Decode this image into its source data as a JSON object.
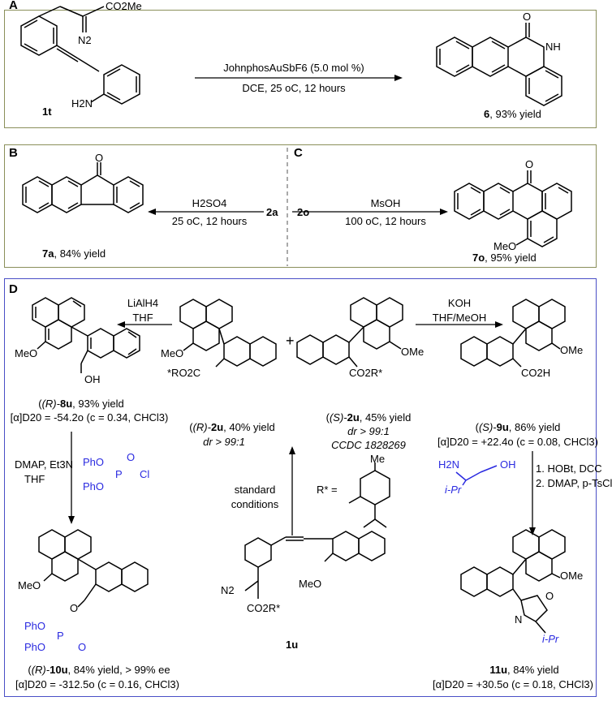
{
  "panels": {
    "A": {
      "label": "A",
      "reactant_id": "1t",
      "reactant_atoms": {
        "ester": "CO2Me",
        "n2": "N2",
        "amine": "H2N"
      },
      "conditions_top": "JohnphosAuSbF6 (5.0 mol %)",
      "conditions_bottom": "DCE, 25 oC, 12 hours",
      "product_id": "6",
      "product_yield": ", 93% yield",
      "product_atoms": {
        "o": "O",
        "nh": "NH"
      }
    },
    "B": {
      "label": "B",
      "reactant_id": "2a",
      "conditions_top": "H2SO4",
      "conditions_bottom": "25 oC, 12 hours",
      "product_id": "7a",
      "product_yield": ", 84% yield",
      "product_atoms": {
        "o": "O"
      }
    },
    "C": {
      "label": "C",
      "reactant_id": "2o",
      "conditions_top": "MsOH",
      "conditions_bottom": "100 oC, 12 hours",
      "product_id": "7o",
      "product_yield": ", 95% yield",
      "product_atoms": {
        "o": "O",
        "ome": "MeO"
      }
    },
    "D": {
      "label": "D",
      "plus": "+",
      "r8u": {
        "prefix": "(R)-",
        "id": "8u",
        "yield": ", 93% yield",
        "rotation": "[α]D20 = -54.2o (c = 0.34, CHCl3)",
        "atoms": {
          "ome": "MeO",
          "oh": "OH"
        }
      },
      "r2u": {
        "prefix": "(R)-",
        "id": "2u",
        "yield": ", 40% yield",
        "dr": "dr > 99:1",
        "atoms": {
          "ome": "MeO",
          "ester": "*RO2C"
        }
      },
      "s2u": {
        "prefix": "(S)-",
        "id": "2u",
        "yield": ", 45% yield",
        "dr": "dr > 99:1",
        "ccdc": "CCDC 1828269",
        "atoms": {
          "ome": "OMe",
          "ester": "CO2R*"
        }
      },
      "s9u": {
        "prefix": "(S)-",
        "id": "9u",
        "yield": ", 86% yield",
        "rotation": "[α]D20 = +22.4o (c = 0.08, CHCl3)",
        "atoms": {
          "ome": "OMe",
          "acid": "CO2H"
        }
      },
      "r10u": {
        "prefix": "(R)-",
        "id": "10u",
        "yield": ", 84% yield, > 99% ee",
        "rotation": "[α]D20 = -312.5o (c = 0.16, CHCl3)",
        "atoms": {
          "ome": "MeO",
          "o": "O",
          "p": "P",
          "pho1": "PhO",
          "pho2": "PhO",
          "o2": "O"
        }
      },
      "u1u": {
        "id": "1u",
        "atoms": {
          "n2": "N2",
          "ester": "CO2R*",
          "ome": "MeO"
        }
      },
      "u11u": {
        "id": "11u",
        "yield": ", 84% yield",
        "rotation": "[α]D20 = +30.5o (c = 0.18, CHCl3)",
        "atoms": {
          "ome": "OMe",
          "n": "N",
          "o": "O",
          "ipr": "i-Pr"
        }
      },
      "cond_lialh4": [
        "LiAlH4",
        "THF"
      ],
      "cond_koh": [
        "KOH",
        "THF/MeOH"
      ],
      "cond_dmap": [
        "DMAP, Et3N",
        "THF"
      ],
      "cond_phos": {
        "pho1": "PhO",
        "pho2": "PhO",
        "p": "P",
        "o": "O",
        "cl": "Cl"
      },
      "cond_std": [
        "standard",
        "conditions"
      ],
      "cond_amino": {
        "h2n": "H2N",
        "oh": "OH",
        "ipr": "i-Pr"
      },
      "cond_hobt": [
        "1. HOBt, DCC",
        "2. DMAP, p-TsCl"
      ],
      "rstar": {
        "label": "R* =",
        "me": "Me"
      }
    }
  },
  "colors": {
    "frame_ab": "#8a8f5a",
    "frame_d": "#4a4fc6",
    "accent": "#2a2ae0"
  }
}
